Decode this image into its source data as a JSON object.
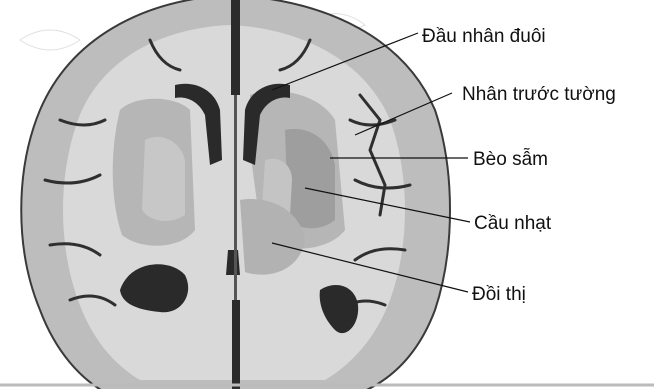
{
  "figure": {
    "kind": "brain axial section illustration",
    "background": "#ffffff",
    "tissue_colors": {
      "gray_matter": "#b9b9b9",
      "white_matter": "#dcdcdc",
      "ventricle": "#2a2a2a",
      "outline": "#3a3a3a"
    },
    "labels": [
      {
        "id": "caudate-head",
        "text": "Đầu nhân đuôi"
      },
      {
        "id": "claustrum",
        "text": "Nhân trước tường"
      },
      {
        "id": "putamen",
        "text": "Bèo sẫm"
      },
      {
        "id": "globus-pallidus",
        "text": "Cầu nhạt"
      },
      {
        "id": "thalamus",
        "text": "Đồi thị"
      }
    ]
  }
}
